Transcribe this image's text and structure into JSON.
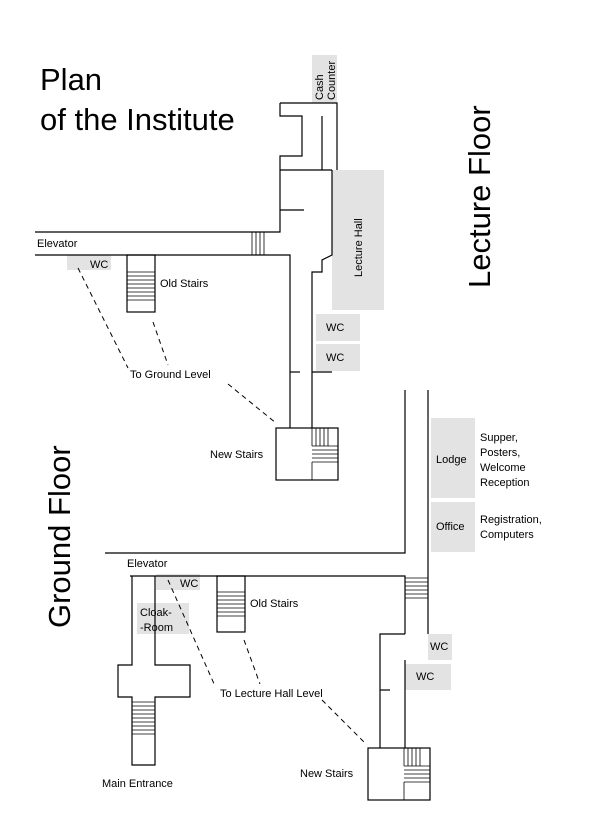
{
  "title": {
    "line1": "Plan",
    "line2": "of the Institute"
  },
  "lecture_floor": {
    "heading": "Lecture Floor",
    "cash_counter": {
      "line1": "Cash",
      "line2": "Counter"
    },
    "lecture_hall": "Lecture Hall",
    "elevator": "Elevator",
    "wc": "WC",
    "wc_2": "WC",
    "wc_3": "WC",
    "old_stairs": "Old Stairs",
    "to_ground": "To Ground Level",
    "new_stairs": "New Stairs"
  },
  "ground_floor": {
    "heading": "Ground Floor",
    "lodge": "Lodge",
    "lodge_note": [
      "Supper,",
      "Posters,",
      "Welcome",
      "Reception"
    ],
    "office": "Office",
    "office_note": [
      "Registration,",
      "Computers"
    ],
    "elevator": "Elevator",
    "wc": "WC",
    "wc_2": "WC",
    "wc_3": "WC",
    "cloakroom": {
      "line1": "Cloak-",
      "line2": "-Room"
    },
    "old_stairs": "Old Stairs",
    "to_lecture": "To Lecture Hall Level",
    "main_entrance": "Main Entrance",
    "new_stairs": "New Stairs"
  }
}
